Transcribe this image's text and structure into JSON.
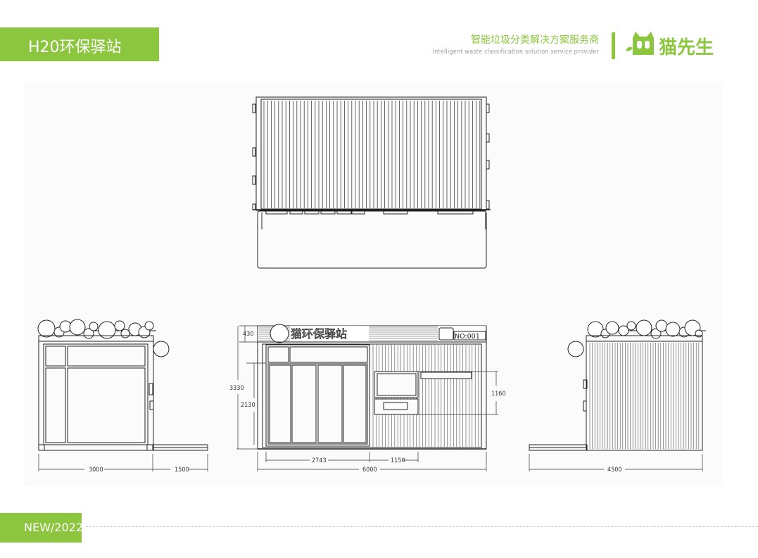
{
  "header": {
    "title": "H20环保驿站",
    "tagline_cn": "智能垃圾分类解决方案服务商",
    "tagline_en": "Intelligent waste classification solution service provider",
    "logo_text": "猫先生"
  },
  "drawing": {
    "sign_text": "猫环保驿站",
    "number_plate": "NO:001",
    "dimensions": {
      "left_total": "3000",
      "left_side": "1500",
      "front_roof": "430",
      "front_height": "3330",
      "front_door_height": "2130",
      "front_window_height": "1160",
      "front_door_width": "2743",
      "front_window_width": "1150",
      "front_total": "6000",
      "right_total": "4500"
    }
  },
  "footer": {
    "tag": "NEW/2022"
  },
  "colors": {
    "accent": "#8cc63f",
    "line": "#222222"
  }
}
